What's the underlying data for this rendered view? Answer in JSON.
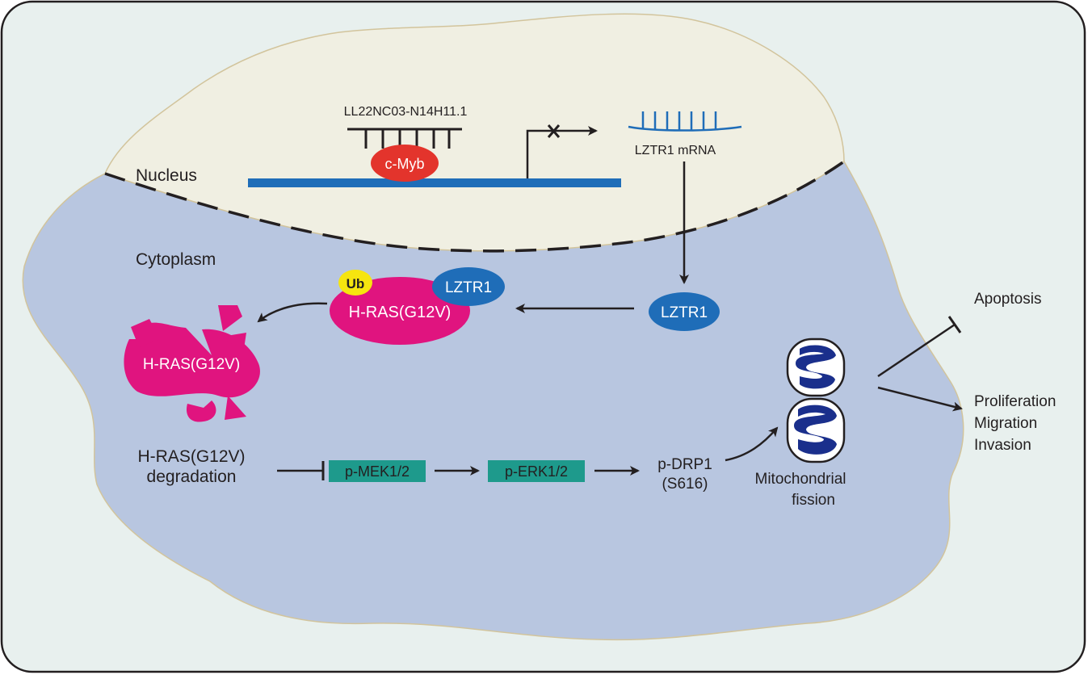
{
  "labels": {
    "lncrna": "LL22NC03-N14H11.1",
    "cmyb": "c-Myb",
    "nucleus": "Nucleus",
    "lztr1_mrna": "LZTR1 mRNA",
    "cytoplasm": "Cytoplasm",
    "ub": "Ub",
    "lztr1_complex": "LZTR1",
    "hras_complex": "H-RAS(G12V)",
    "lztr1_free": "LZTR1",
    "hras_fragmented": "H-RAS(G12V)",
    "degradation_line1": "H-RAS(G12V)",
    "degradation_line2": "degradation",
    "pmek": "p-MEK1/2",
    "perk": "p-ERK1/2",
    "pdrp1_line1": "p-DRP1",
    "pdrp1_line2": "(S616)",
    "fission_line1": "Mitochondrial",
    "fission_line2": "fission",
    "apoptosis": "Apoptosis",
    "outcome_line1": "Proliferation",
    "outcome_line2": "Migration",
    "outcome_line3": "Invasion"
  },
  "colors": {
    "background": "#e8f0ee",
    "cytoplasm": "#b8c6e0",
    "nucleus": "#f0efe2",
    "dna": "#1f6db8",
    "cmyb": "#e3342c",
    "ub": "#f6e50f",
    "lztr1": "#1f6db8",
    "hras": "#e0147f",
    "kinase_box": "#1e9a8c",
    "mitochondria": "#1a2f8c",
    "mrna": "#1f6db8"
  }
}
